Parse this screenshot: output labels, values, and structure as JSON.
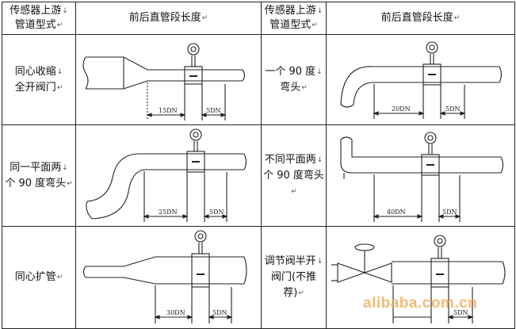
{
  "header": {
    "col1_line1": "传感器上游",
    "col1_line2": "管道型式",
    "col2": "前后直管段长度",
    "col3_line1": "传感器上游",
    "col3_line2": "管道型式",
    "col4": "前后直管段长度"
  },
  "rows": [
    {
      "left": {
        "line1": "同心收缩",
        "line2": "全开阀门",
        "upstream": "15DN",
        "downstream": "5DN"
      },
      "right": {
        "line1": "一个 90 度",
        "line2": "弯头",
        "upstream": "20DN",
        "downstream": "5DN"
      }
    },
    {
      "left": {
        "line1": "同一平面两",
        "line2": "个 90 度弯头",
        "upstream": "25DN",
        "downstream": "5DN"
      },
      "right": {
        "line1": "不同平面两",
        "line2": "个 90 度弯头",
        "upstream": "40DN",
        "downstream": "5DN"
      }
    },
    {
      "left": {
        "line1": "同心扩管",
        "line2": "",
        "upstream": "30DN",
        "downstream": "5DN"
      },
      "right": {
        "line1": "调节阀半开",
        "line2": "阀门(不推荐)",
        "upstream": "",
        "downstream": "5DN"
      }
    }
  ],
  "watermark": "alibaba.com.cn"
}
